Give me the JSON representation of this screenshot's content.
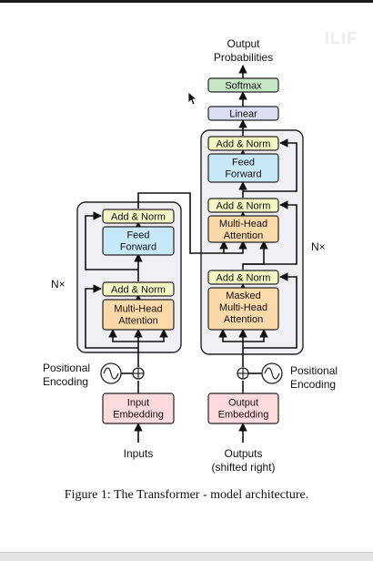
{
  "diagram": {
    "encoder": {
      "add_norm_1": "Add & Norm",
      "feed_forward": [
        "Feed",
        "Forward"
      ],
      "add_norm_2": "Add & Norm",
      "attention": [
        "Multi-Head",
        "Attention"
      ],
      "embedding": [
        "Input",
        "Embedding"
      ],
      "positional": [
        "Positional",
        "Encoding"
      ],
      "input_label": "Inputs",
      "nx": "N×"
    },
    "decoder": {
      "add_norm_1": "Add & Norm",
      "feed_forward": [
        "Feed",
        "Forward"
      ],
      "add_norm_2": "Add & Norm",
      "attention": [
        "Multi-Head",
        "Attention"
      ],
      "add_norm_3": "Add & Norm",
      "masked_attention": [
        "Masked",
        "Multi-Head",
        "Attention"
      ],
      "embedding": [
        "Output",
        "Embedding"
      ],
      "positional": [
        "Positional",
        "Encoding"
      ],
      "output_label": [
        "Outputs",
        "(shifted right)"
      ],
      "nx": "N×"
    },
    "head": {
      "softmax": "Softmax",
      "linear": "Linear",
      "output_probs": [
        "Output",
        "Probabilities"
      ]
    },
    "colors": {
      "add_norm": "#f3f6c2",
      "feed_forward": "#c7e8f6",
      "attention": "#fbd9a9",
      "embedding": "#fcdade",
      "softmax": "#c8e7c6",
      "linear": "#dcdcf2",
      "stack_bg": "#f0eff3"
    }
  },
  "caption": "Figure 1: The Transformer - model architecture.",
  "watermark": "ILIF"
}
